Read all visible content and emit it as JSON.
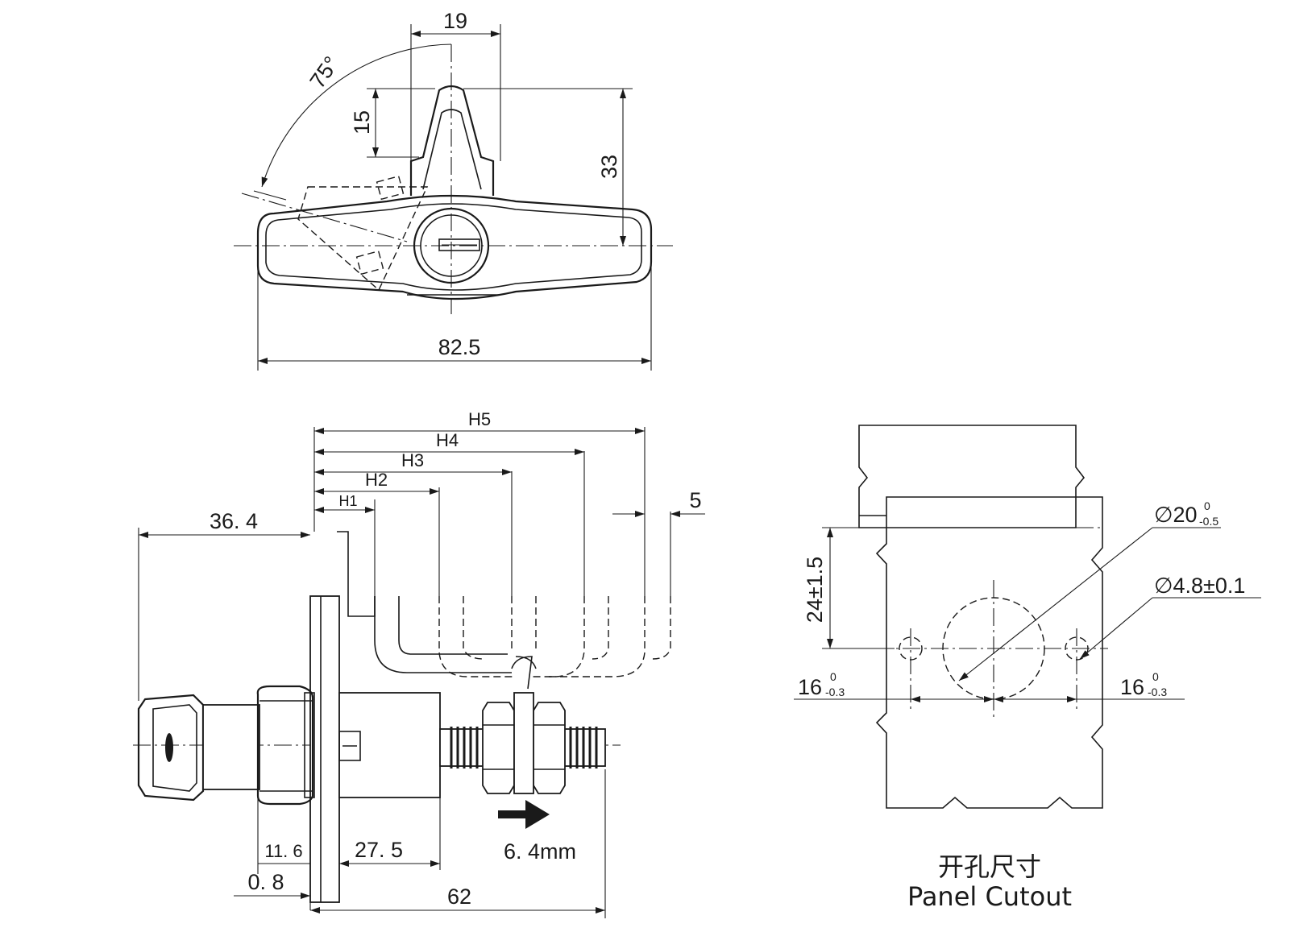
{
  "top_view": {
    "dims": {
      "width_19": "19",
      "angle_75": "75°",
      "height_15": "15",
      "height_33": "33",
      "length_82_5": "82.5"
    }
  },
  "side_view": {
    "dims": {
      "h5": "H5",
      "h4": "H4",
      "h3": "H3",
      "h2": "H2",
      "h1": "H1",
      "dim_5": "5",
      "dim_36_4": "36. 4",
      "dim_11_6": "11. 6",
      "dim_27_5": "27. 5",
      "dim_0_8": "0. 8",
      "dim_62": "62",
      "travel": "6. 4mm"
    }
  },
  "cutout_view": {
    "dims": {
      "dia20_main": "∅20",
      "dia20_upper": "0",
      "dia20_lower": "-0.5",
      "dia4_8": "∅4.8±0.1",
      "dim_24": "24±1.5",
      "left16_main": "16",
      "left16_upper": "0",
      "left16_lower": "-0.3",
      "right16_main": "16",
      "right16_upper": "0",
      "right16_lower": "-0.3"
    },
    "caption_cn": "开孔尺寸",
    "caption_en": "Panel Cutout"
  }
}
